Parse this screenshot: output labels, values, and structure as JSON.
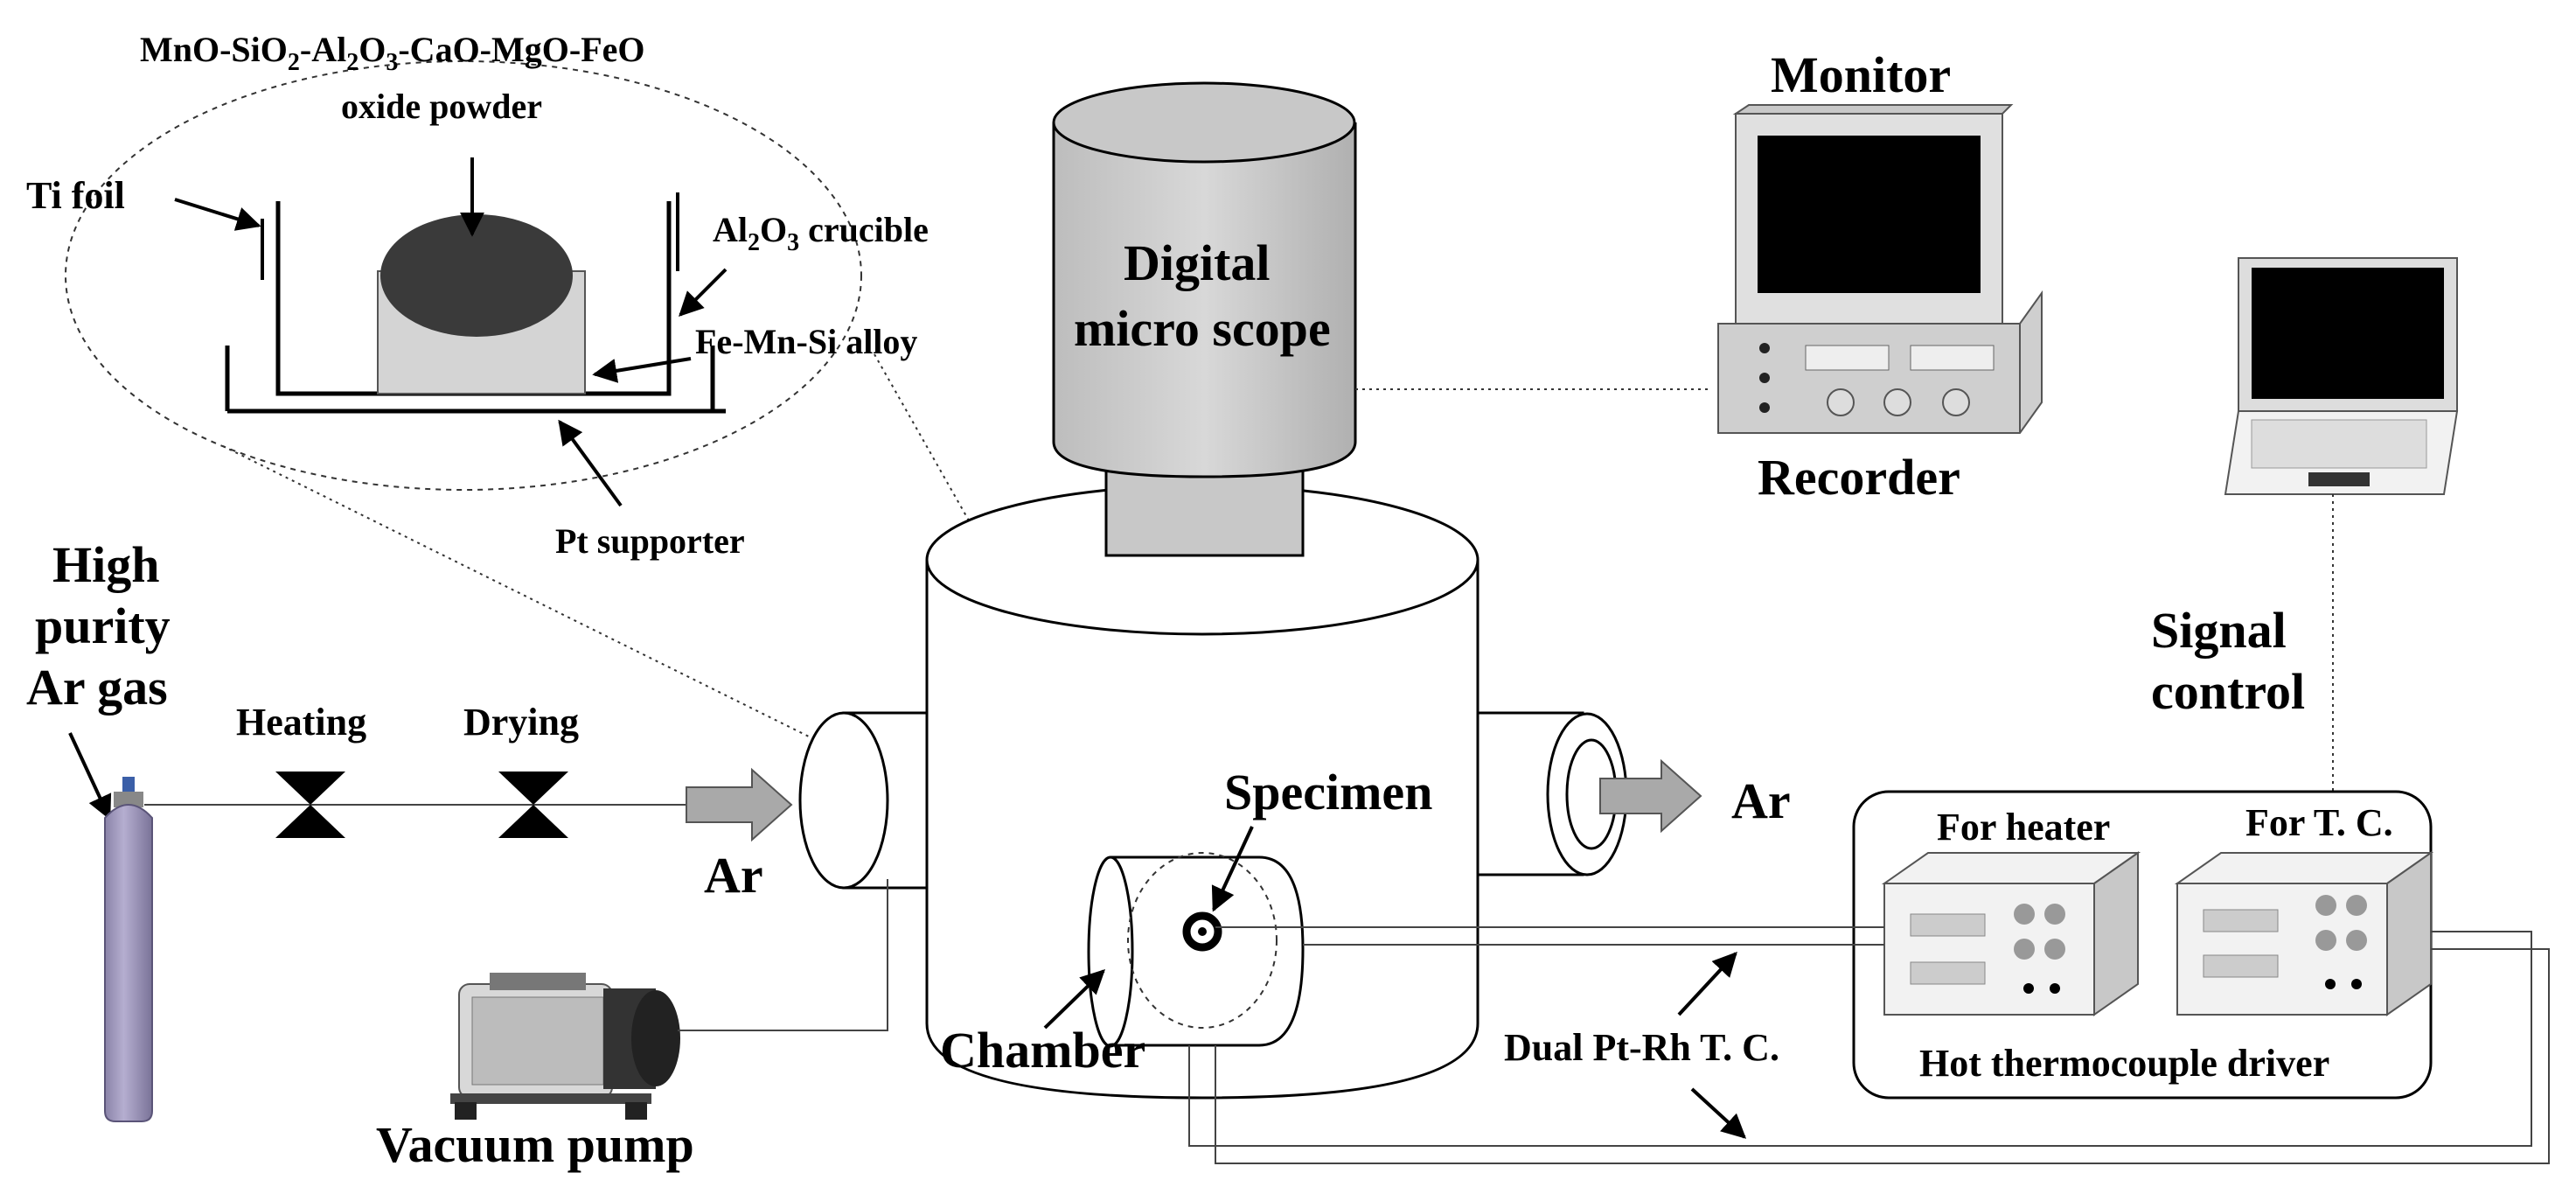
{
  "inset": {
    "powder_line1": "MnO-SiO",
    "powder_line1_subs": [
      "2",
      "-Al",
      "2",
      "O",
      "3",
      "-CaO-MgO-FeO"
    ],
    "powder_line2": "oxide powder",
    "ti_foil": "Ti foil",
    "crucible_al": "Al",
    "crucible_o": "O",
    "crucible_sub1": "2",
    "crucible_sub2": "3",
    "crucible_rest": " crucible",
    "alloy": "Fe-Mn-Si alloy",
    "pt_supporter": "Pt supporter"
  },
  "gas": {
    "line1": "High",
    "line2": "purity",
    "line3": "Ar gas"
  },
  "valves": {
    "heating": "Heating",
    "drying": "Drying"
  },
  "flow": {
    "ar_in": "Ar",
    "ar_out": "Ar"
  },
  "microscope": {
    "line1": "Digital",
    "line2": "micro scope"
  },
  "monitor_label": "Monitor",
  "recorder_label": "Recorder",
  "signal": {
    "line1": "Signal",
    "line2": "control"
  },
  "specimen": "Specimen",
  "chamber": "Chamber",
  "vacuum_pump": "Vacuum pump",
  "thermocouple": "Dual Pt-Rh T. C.",
  "driver": {
    "for_heater": "For heater",
    "for_tc": "For T. C.",
    "title": "Hot thermocouple driver"
  },
  "colors": {
    "gas_cylinder": "#9b93b8",
    "gray_fill": "#cfcfcf",
    "light_gray": "#e6e6e6",
    "dark_powder": "#3a3a3a",
    "arrow_fill": "#a9a9a9",
    "screen": "#000000"
  }
}
